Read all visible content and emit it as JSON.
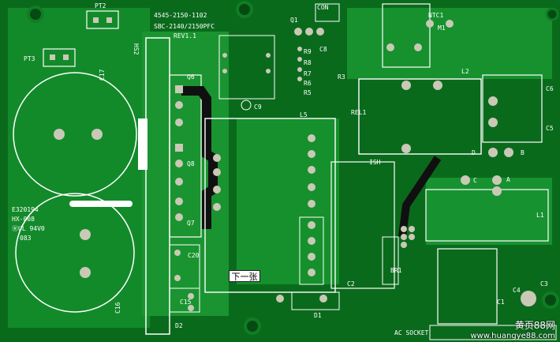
{
  "image": {
    "silkscreen": {
      "pt2": "PT2",
      "pt3": "PT3",
      "c17": "C17",
      "c16": "C16",
      "hs2": "HS2",
      "part_no_1": "SBC-2140/2150PFC",
      "part_no_2": "4545-2150-1102",
      "rev": "REV1.1",
      "q1": "Q1",
      "con": "CON",
      "c8": "C8",
      "ntc1": "NTC1",
      "m1": "M1",
      "r9": "R9",
      "r8": "R8",
      "r7": "R7",
      "r6": "R6",
      "r5": "R5",
      "r3": "R3",
      "c9": "C9",
      "q6": "Q6",
      "q8": "Q8",
      "q7": "Q7",
      "l5": "L5",
      "rel1": "REL1",
      "l2": "L2",
      "c6": "C6",
      "c5": "C5",
      "b": "B",
      "d": "D",
      "ish": "ISH",
      "l1": "L1",
      "a": "A",
      "c": "C",
      "br1": "BR1",
      "c2": "C2",
      "c1": "C1",
      "c3": "C3",
      "c4": "C4",
      "c20": "C20",
      "c15": "C15",
      "d2": "D2",
      "d1": "D1",
      "ul_1": "E320194",
      "ul_2": "HX-008",
      "ul_3": "083",
      "ul_4": "ⓇUL 94V0",
      "ac_socket": "AC SOCKET"
    },
    "colors": {
      "board": "#0a6a1c",
      "copper": "#1e9a33",
      "silk": "#ffffff",
      "pad": "#c9c9b6",
      "black_trace": "#101010"
    }
  },
  "ui": {
    "nav_button_label": "下一张"
  },
  "watermark": {
    "name": "黄页88网",
    "url": "www.huangye88.com"
  }
}
